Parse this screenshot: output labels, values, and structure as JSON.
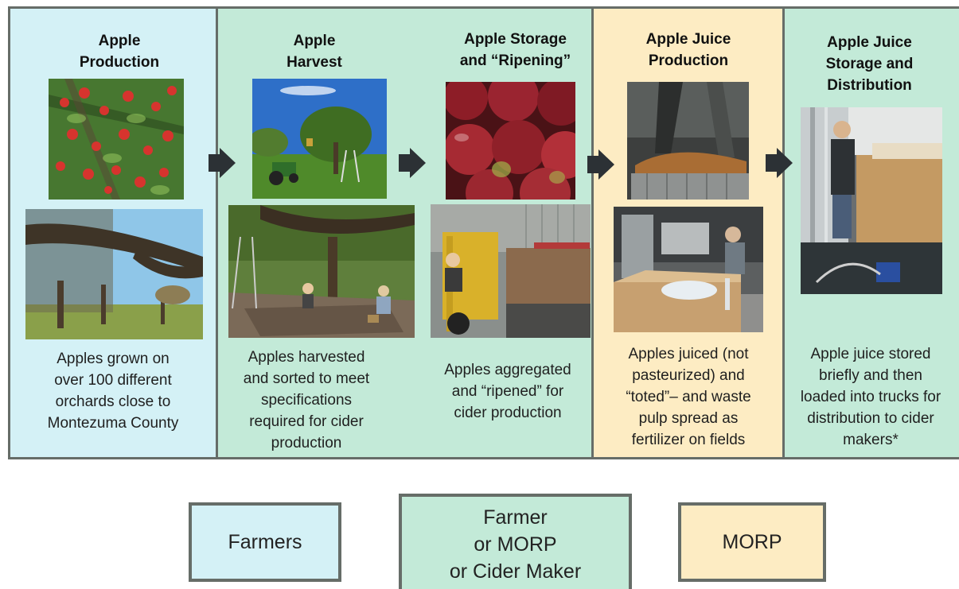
{
  "stages": [
    {
      "title": "Apple\nProduction",
      "description": "Apples grown on\nover 100 different\norchards close to\nMontezuma County"
    },
    {
      "title": "Apple\nHarvest",
      "description": "Apples harvested\nand sorted to meet\nspecifications\nrequired for cider\nproduction"
    },
    {
      "title": "Apple Storage\nand “Ripening”",
      "description": "Apples aggregated\nand “ripened” for\ncider production"
    },
    {
      "title": "Apple Juice\nProduction",
      "description": "Apples juiced (not\npasteurized) and\n“toted”– and waste\npulp spread as\nfertilizer on fields"
    },
    {
      "title": "Apple Juice\nStorage and\nDistribution",
      "description": "Apple juice stored\nbriefly and then\nloaded into trucks for\ndistribution to cider\nmakers*"
    }
  ],
  "legend": [
    {
      "label": "Farmers",
      "color": "#d4f1f6"
    },
    {
      "label": "Farmer\nor MORP\nor Cider Maker",
      "color": "#c3ead8"
    },
    {
      "label": "MORP",
      "color": "#fdecc3"
    }
  ],
  "colors": {
    "border": "#666d68",
    "arrow": "#2c3135"
  },
  "icons": {
    "arrow": "right-arrow-icon"
  }
}
